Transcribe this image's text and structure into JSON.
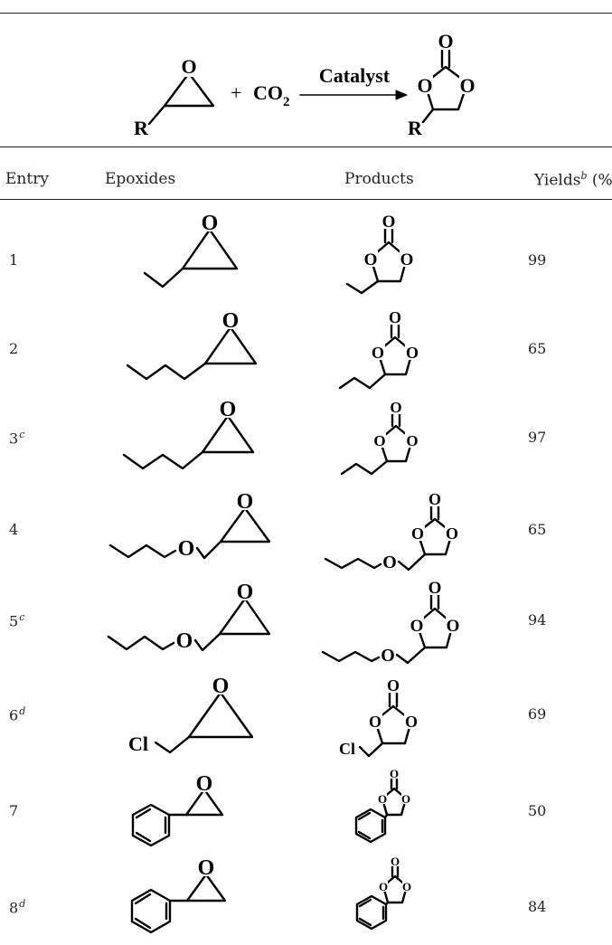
{
  "scheme": {
    "reactant_label": "R",
    "plus": "+",
    "co2_prefix": "CO",
    "co2_subscript": "2",
    "arrow_label": "Catalyst",
    "product_label": "R"
  },
  "atoms": {
    "oxygen": "O",
    "chlorine": "Cl"
  },
  "table": {
    "headers": {
      "entry": "Entry",
      "epoxides": "Epoxides",
      "products": "Products",
      "yields_prefix": "Yields",
      "yields_mark": "b",
      "yields_suffix": " (%)"
    },
    "rows": [
      {
        "entry": "1",
        "mark": "",
        "yield": "99",
        "substituent": "ethyl"
      },
      {
        "entry": "2",
        "mark": "",
        "yield": "65",
        "substituent": "butyl"
      },
      {
        "entry": "3",
        "mark": "c",
        "yield": "97",
        "substituent": "butyl"
      },
      {
        "entry": "4",
        "mark": "",
        "yield": "65",
        "substituent": "butoxymethyl"
      },
      {
        "entry": "5",
        "mark": "c",
        "yield": "94",
        "substituent": "butoxymethyl"
      },
      {
        "entry": "6",
        "mark": "d",
        "yield": "69",
        "substituent": "chloromethyl"
      },
      {
        "entry": "7",
        "mark": "",
        "yield": "50",
        "substituent": "phenyl"
      },
      {
        "entry": "8",
        "mark": "d",
        "yield": "84",
        "substituent": "phenyl"
      }
    ]
  }
}
